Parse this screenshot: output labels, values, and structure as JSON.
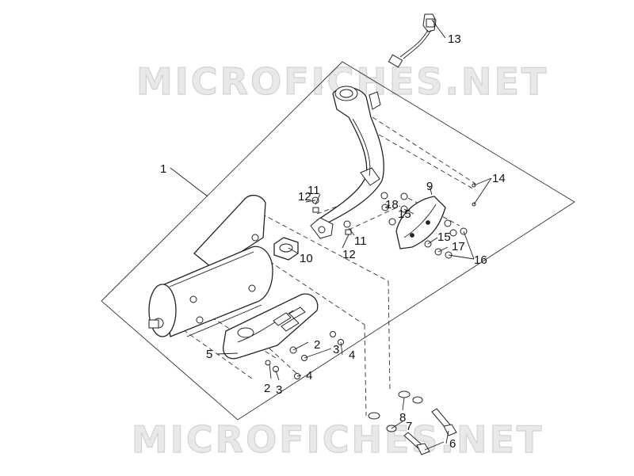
{
  "watermark": {
    "text": "MICROFICHES.NET"
  },
  "callouts": {
    "c1": "1",
    "c2a": "2",
    "c3a": "3",
    "c4a": "4",
    "c2b": "2",
    "c3b": "3",
    "c4b": "4",
    "c5": "5",
    "c6": "6",
    "c7": "7",
    "c8": "8",
    "c9": "9",
    "c10": "10",
    "c11a": "11",
    "c11b": "11",
    "c12a": "12",
    "c12b": "12",
    "c13": "13",
    "c14": "14",
    "c15a": "15",
    "c15b": "15",
    "c16": "16",
    "c17": "17",
    "c18": "18"
  }
}
